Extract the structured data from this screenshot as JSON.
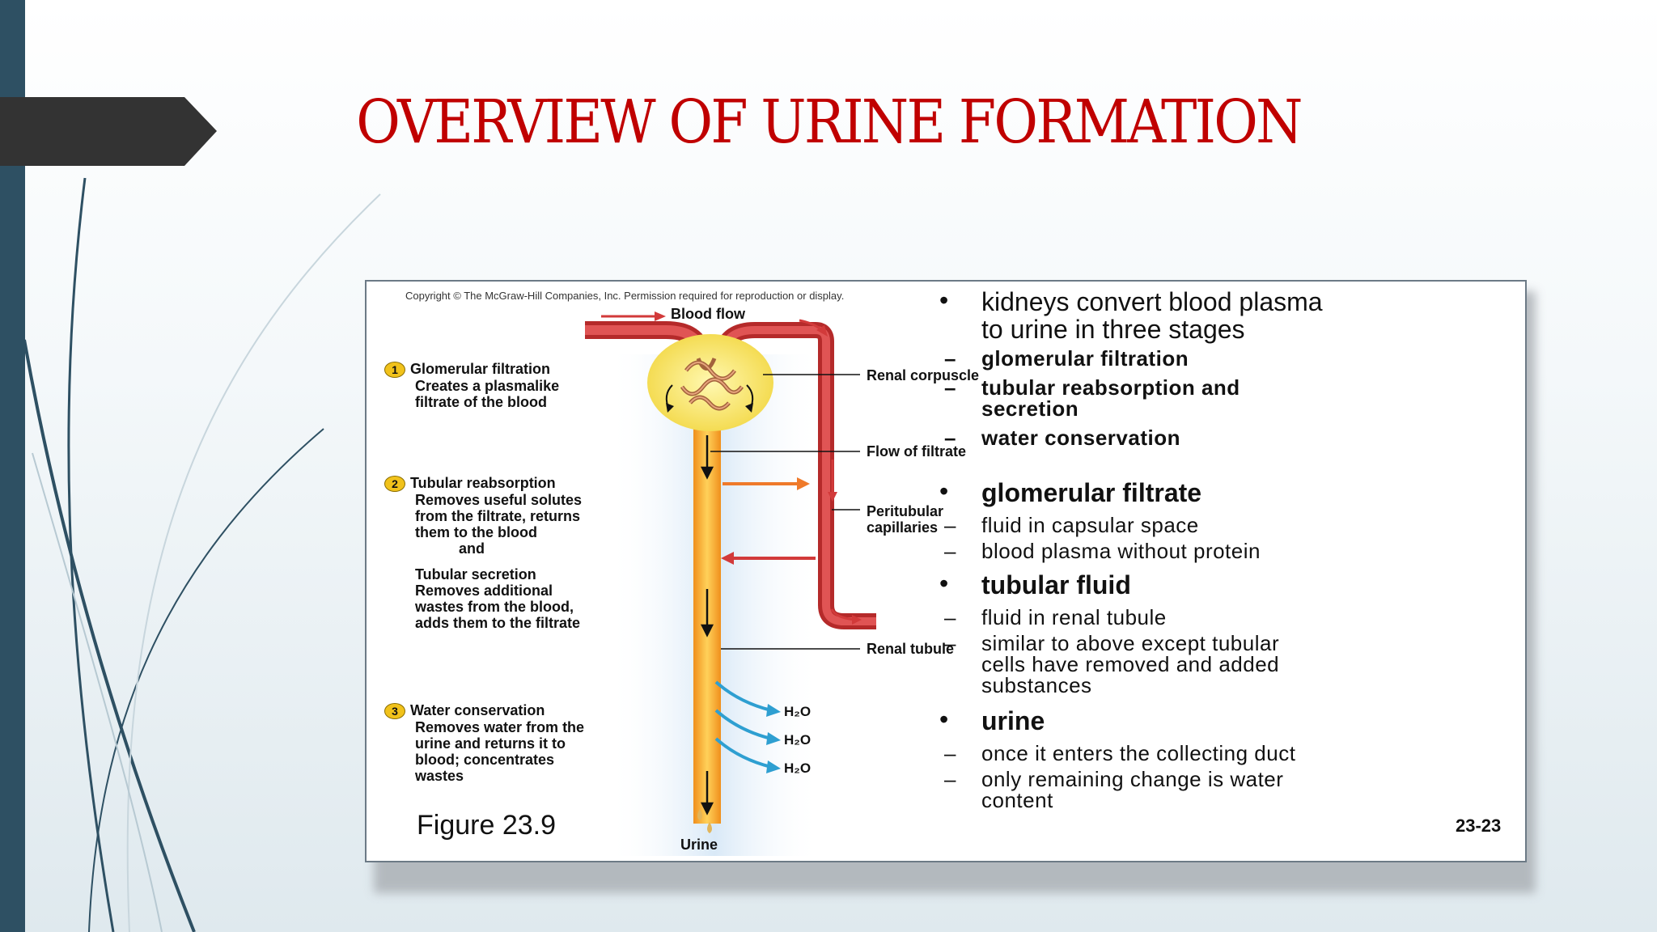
{
  "slide": {
    "title": "OVERVIEW OF URINE FORMATION"
  },
  "colors": {
    "title": "#c00000",
    "left_bar": "#2e5063",
    "tab": "#333333",
    "vessel": "#d23a3a",
    "tubule": "#f5b63a",
    "reabsorption_arrow": "#ef7a2a",
    "water_arrow": "#2e9fd1"
  },
  "figure": {
    "copyright": "Copyright © The McGraw-Hill Companies, Inc. Permission required for reproduction or display.",
    "blood_flow": "Blood flow",
    "renal_corpuscle": "Renal corpuscle",
    "flow_of_filtrate": "Flow of filtrate",
    "peritubular_1": "Peritubular",
    "peritubular_2": "capillaries",
    "renal_tubule": "Renal tubule",
    "h2o": "H₂O",
    "urine": "Urine",
    "caption": "Figure 23.9",
    "page": "23-23",
    "steps": [
      {
        "num": "1",
        "lines": [
          "Glomerular filtration",
          "Creates a plasmalike",
          "filtrate of the blood"
        ]
      },
      {
        "num": "2",
        "lines": [
          "Tubular reabsorption",
          "Removes useful solutes",
          "from the filtrate, returns",
          "them to the blood"
        ],
        "and": "and",
        "lines2": [
          "Tubular secretion",
          "Removes additional",
          "wastes from the blood,",
          "adds them to the filtrate"
        ]
      },
      {
        "num": "3",
        "lines": [
          "Water conservation",
          "Removes water from the",
          "urine and returns it to",
          "blood; concentrates",
          "wastes"
        ]
      }
    ]
  },
  "bullets": [
    {
      "text": [
        "kidneys convert blood plasma",
        "to urine in three stages"
      ],
      "bold": false,
      "subs": [
        {
          "text": [
            "glomerular filtration"
          ],
          "bold": true
        },
        {
          "text": [
            "tubular reabsorption and",
            "secretion"
          ],
          "bold": true
        },
        {
          "text": [
            "water conservation"
          ],
          "bold": true
        }
      ]
    },
    {
      "text": [
        "glomerular filtrate"
      ],
      "bold": true,
      "subs": [
        {
          "text": [
            "fluid in capsular space"
          ],
          "bold": false
        },
        {
          "text": [
            "blood plasma without protein"
          ],
          "bold": false
        }
      ]
    },
    {
      "text": [
        "tubular fluid"
      ],
      "bold": true,
      "subs": [
        {
          "text": [
            "fluid in renal tubule"
          ],
          "bold": false
        },
        {
          "text": [
            "similar to above except tubular",
            "cells have removed and added",
            "substances"
          ],
          "bold": false
        }
      ]
    },
    {
      "text": [
        "urine"
      ],
      "bold": true,
      "subs": [
        {
          "text": [
            "once it enters the collecting duct"
          ],
          "bold": false
        },
        {
          "text": [
            "only remaining change is water",
            "content"
          ],
          "bold": false
        }
      ]
    }
  ]
}
